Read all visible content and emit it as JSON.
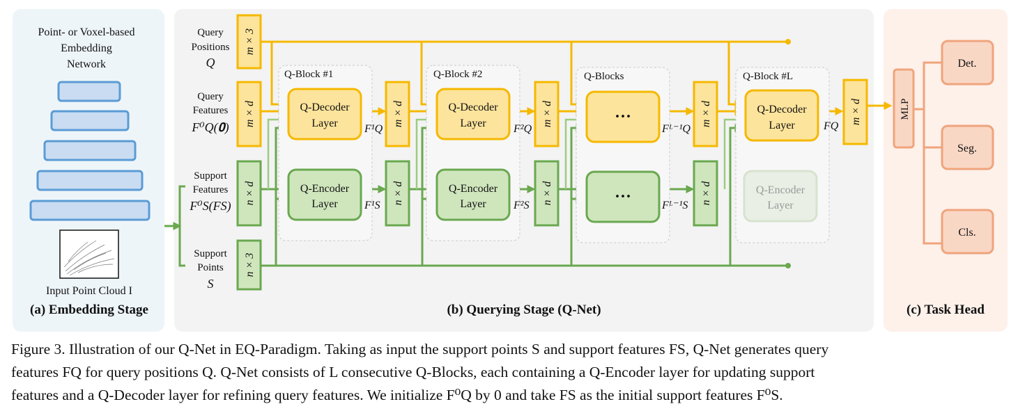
{
  "colors": {
    "embed_bg": "#eef5f9",
    "query_bg": "#f3f3f3",
    "head_bg": "#fdf1ea",
    "yellow_fill": "#fde49c",
    "yellow_stroke": "#f5b800",
    "green_fill": "#cfe6bd",
    "green_stroke": "#6aa84f",
    "blue_fill": "#c9dcf2",
    "blue_stroke": "#5b9bd5",
    "orange_fill": "#f9d7c5",
    "orange_stroke": "#f0a47c"
  },
  "embedding": {
    "title_line1": "Point- or Voxel-based",
    "title_line2": "Embedding",
    "title_line3": "Network",
    "input_label": "Input Point Cloud I",
    "stage_label": "(a) Embedding Stage"
  },
  "querying": {
    "stage_label": "(b) Querying Stage (Q-Net)",
    "query_positions_l1": "Query",
    "query_positions_l2": "Positions",
    "query_positions_sym": "Q",
    "query_features_l1": "Query",
    "query_features_l2": "Features",
    "query_features_sym": "F⁰Q(𝟎)",
    "support_features_l1": "Support",
    "support_features_l2": "Features",
    "support_features_sym": "F⁰S(FS)",
    "support_points_l1": "Support",
    "support_points_l2": "Points",
    "support_points_sym": "S",
    "dim_m3": "m × 3",
    "dim_md": "m × d",
    "dim_nd": "n × d",
    "dim_n3": "n × 3",
    "blocks": [
      {
        "title": "Q-Block #1",
        "decoder_l1": "Q-Decoder",
        "decoder_l2": "Layer",
        "encoder_l1": "Q-Encoder",
        "encoder_l2": "Layer",
        "fq": "F¹Q",
        "fs": "F¹S"
      },
      {
        "title": "Q-Block #2",
        "decoder_l1": "Q-Decoder",
        "decoder_l2": "Layer",
        "encoder_l1": "Q-Encoder",
        "encoder_l2": "Layer",
        "fq": "F²Q",
        "fs": "F²S"
      },
      {
        "title": "Q-Blocks",
        "decoder_l1": "···",
        "encoder_l1": "···",
        "fq": "Fᴸ⁻¹Q",
        "fs": "Fᴸ⁻¹S"
      },
      {
        "title": "Q-Block #L",
        "decoder_l1": "Q-Decoder",
        "decoder_l2": "Layer",
        "encoder_l1": "Q-Encoder",
        "encoder_l2": "Layer",
        "fq": "FQ"
      }
    ]
  },
  "task_head": {
    "mlp": "MLP",
    "det": "Det.",
    "seg": "Seg.",
    "cls": "Cls.",
    "stage_label": "(c) Task Head"
  },
  "caption": {
    "line1": "Figure 3. Illustration of our Q-Net in EQ-Paradigm. Taking as input the support points S and support features FS, Q-Net generates query",
    "line2": "features FQ for query positions Q. Q-Net consists of L consecutive Q-Blocks, each containing a Q-Encoder layer for updating support",
    "line3": "features and a Q-Decoder layer for refining query features. We initialize F⁰Q by 0 and take FS as the initial support features F⁰S."
  }
}
